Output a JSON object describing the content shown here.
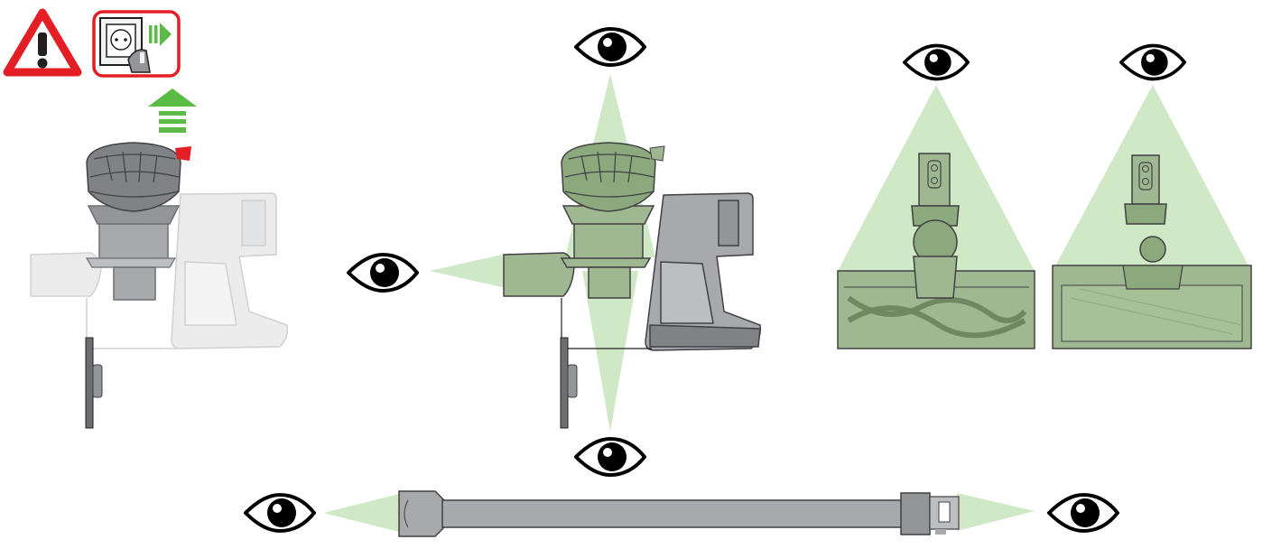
{
  "colors": {
    "warning_red": "#e31e24",
    "arrow_green": "#5bbb46",
    "sight_green": "#cfe8c6",
    "sight_green_dark": "#b9dcab",
    "part_grey": "#a7a9ac",
    "part_grey_dark": "#6d6e71",
    "ghost_grey": "#e6e7e8",
    "tinted_part": "#9fb891",
    "tinted_part_dark": "#6f8862",
    "outline": "#231f20"
  },
  "icons": {
    "warning": "warning-triangle-icon",
    "unplug": "unplug-charger-icon",
    "release": "up-arrow-icon",
    "inspect": "eye-icon"
  },
  "panels": [
    {
      "id": "release-bin",
      "content": "vacuum-main-body-with-bin-release"
    },
    {
      "id": "inspect-body",
      "content": "vacuum-body-inspection-views"
    },
    {
      "id": "inspect-heads",
      "content": "cleaner-heads-inspection"
    },
    {
      "id": "inspect-wand",
      "content": "wand-inspection"
    }
  ]
}
